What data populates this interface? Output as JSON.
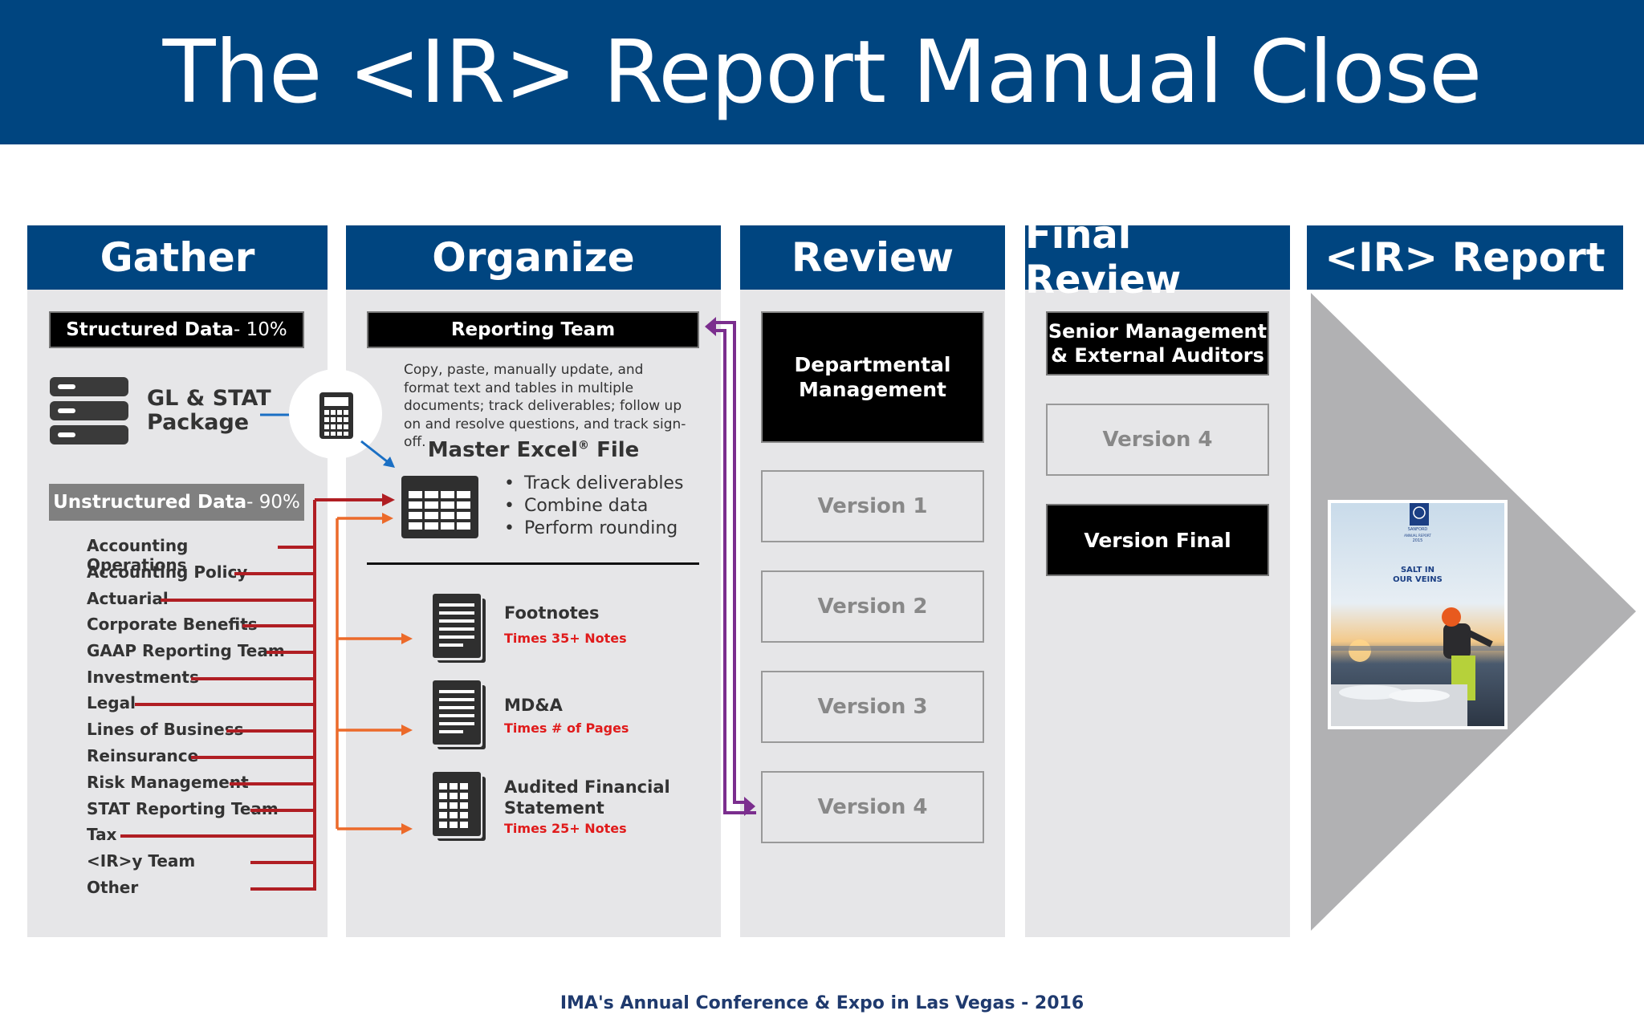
{
  "title": "The <IR> Report Manual Close",
  "columns": {
    "gather": "Gather",
    "organize": "Organize",
    "review": "Review",
    "final_review": "Final Review",
    "ir_report": "<IR> Report"
  },
  "gather": {
    "structured_label": "Structured Data",
    "structured_pct": " - 10%",
    "gl_stat_line1": "GL & STAT",
    "gl_stat_line2": "Package",
    "unstructured_label": "Unstructured Data",
    "unstructured_pct": " - 90%",
    "sources": [
      "Accounting Operations",
      "Accounting Policy",
      "Actuarial",
      "Corporate Benefits",
      "GAAP Reporting Team",
      "Investments",
      "Legal",
      "Lines of Business",
      "Reinsurance",
      "Risk Management",
      "STAT Reporting Team",
      "Tax",
      "<IR>y Team",
      "Other"
    ]
  },
  "organize": {
    "team": "Reporting Team",
    "description": "Copy, paste, manually update, and format text and tables in multiple documents; track deliverables; follow up on and resolve questions, and track sign-off.",
    "master_file": "Master Excel",
    "master_reg": "®",
    "master_file_suffix": " File",
    "bullets": [
      "Track deliverables",
      "Combine data",
      "Perform rounding"
    ],
    "docs": [
      {
        "title": "Footnotes",
        "note": "Times 35+ Notes"
      },
      {
        "title": "MD&A",
        "note": "Times # of Pages"
      },
      {
        "title_line1": "Audited Financial",
        "title_line2": "Statement",
        "note": "Times 25+ Notes"
      }
    ]
  },
  "review": {
    "dept_line1": "Departmental",
    "dept_line2": "Management",
    "versions": [
      "Version 1",
      "Version 2",
      "Version 3",
      "Version 4"
    ]
  },
  "final_review": {
    "senior_line1": "Senior Management",
    "senior_line2": "& External Auditors",
    "version": "Version 4",
    "final": "Version Final"
  },
  "ir_report": {
    "cover_brand": "SANFORD",
    "cover_subtitle": "ANNUAL REPORT",
    "cover_year": "2015",
    "cover_headline_line1": "SALT IN",
    "cover_headline_line2": "OUR VEINS"
  },
  "footer": "IMA's Annual Conference & Expo in Las Vegas - 2016",
  "colors": {
    "brand_blue": "#004580",
    "red_arrow": "#b01e23",
    "orange_arrow": "#ec6a2a",
    "purple_arrow": "#7b2e8e",
    "blue_arrow": "#1a6fc4",
    "note_red": "#e01b1b"
  }
}
